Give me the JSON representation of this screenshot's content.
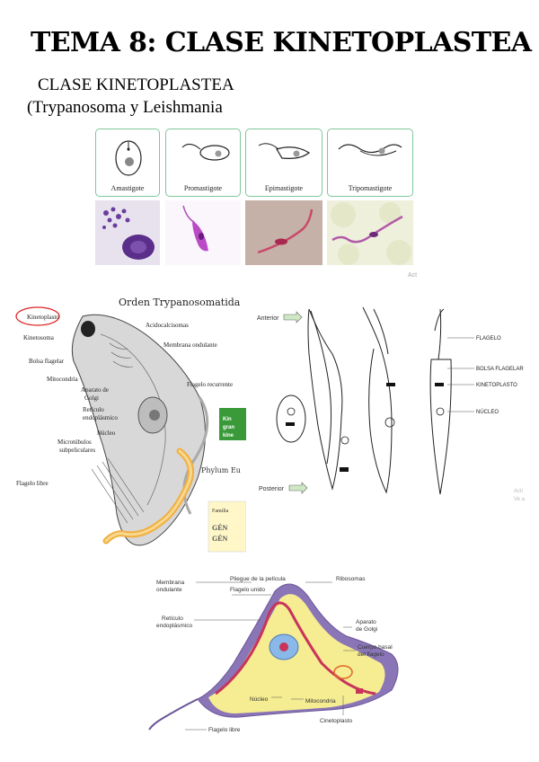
{
  "title": "TEMA 8: CLASE KINETOPLASTEA",
  "subtitle1": "CLASE KINETOPLASTEA",
  "subtitle2": "(Trypanosoma y Leishmania",
  "fig1": {
    "stages": [
      "Amastigote",
      "Promastigote",
      "Epimastigote",
      "Tripomastigote"
    ],
    "watermark": "Act"
  },
  "fig2": {
    "title": "Orden Trypanosomatida",
    "labels": {
      "kinetoplasto": "Kinetoplasto",
      "kinetosoma": "Kinetosoma",
      "bolsa": "Bolsa flagelar",
      "mitocondria": "Mitocondria",
      "golgi1": "Aparato de",
      "golgi2": "Golgi",
      "reticulo1": "Retículo",
      "reticulo2": "endoplásmico",
      "nucleo": "Núcleo",
      "micro1": "Microtúbulos",
      "micro2": "subpeliculares",
      "flagelo_libre": "Flagelo libre",
      "acido": "Acidocalcisomas",
      "membrana": "Membrana ondulante",
      "recurrente": "Flagelo recurrente",
      "phylum": "Phylum Eu",
      "box1a": "Kin",
      "box1b": "gran",
      "box1c": "kine",
      "familia": "Familia",
      "genero1": "GÉN",
      "genero2": "GÉN"
    }
  },
  "fig3": {
    "anterior": "Anterior",
    "posterior": "Posterior",
    "flagelo": "FLAGELO",
    "bolsa": "BOLSA FLAGELAR",
    "kinetoplasto": "KINETOPLASTO",
    "nucleo": "NÚCLEO",
    "watermark1": "Acti",
    "watermark2": "Ve a"
  },
  "fig4": {
    "membrana1": "Membrana",
    "membrana2": "ondulante",
    "pliegue": "Pliegue de la película",
    "flagelo_unido": "Flagelo unido",
    "ribosomas": "Ribosomas",
    "reticulo1": "Retículo",
    "reticulo2": "endoplásmico",
    "golgi1": "Aparato",
    "golgi2": "de Golgi",
    "cuerpo1": "Cuerpo basal",
    "cuerpo2": "del flagelo",
    "nucleo": "Núcleo",
    "mitocondria": "Mitocondria",
    "cinetoplasto": "Cinetoplasto",
    "flagelo_libre": "Flagelo libre"
  }
}
